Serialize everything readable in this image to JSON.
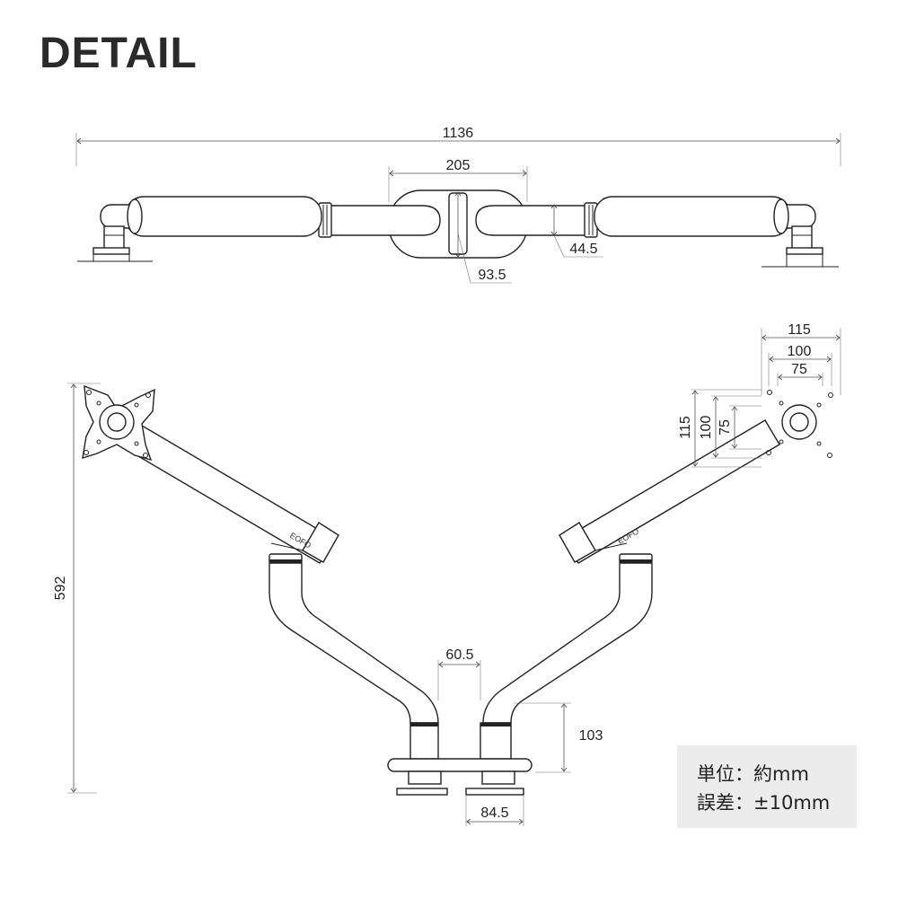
{
  "title": "DETAIL",
  "brand_mark": "EOFO",
  "top_view": {
    "total_width": "1136",
    "center_width": "205",
    "arm_diameter": "44.5",
    "base_depth": "93.5"
  },
  "front_view": {
    "height": "592",
    "vesa_outer_h": "115",
    "vesa_mid_h": "100",
    "vesa_inner_h": "75",
    "vesa_outer_v": "115",
    "vesa_mid_v": "100",
    "vesa_inner_v": "75",
    "pole_gap": "60.5",
    "pole_height": "103",
    "clamp_spacing": "84.5"
  },
  "info": {
    "unit": "単位：約mm",
    "tolerance": "誤差：±10mm"
  }
}
